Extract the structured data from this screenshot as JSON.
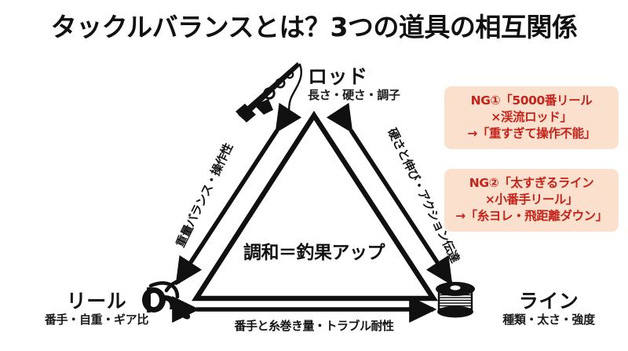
{
  "page": {
    "title": "タックルバランスとは？3つの道具の相互関係",
    "background_color": "#ffffff",
    "ink_color": "#121212"
  },
  "diagram": {
    "center_text": "調和＝釣果アップ",
    "vertices": [
      {
        "id": "rod",
        "name": "ロッド",
        "attributes": "長さ・硬さ・調子",
        "icon": "fishing-rod-icon"
      },
      {
        "id": "reel",
        "name": "リール",
        "attributes": "番手・自重・ギア比",
        "icon": "spinning-reel-icon"
      },
      {
        "id": "line",
        "name": "ライン",
        "attributes": "種類・太さ・強度",
        "icon": "line-spool-icon"
      }
    ],
    "edges": [
      {
        "id": "reel-rod",
        "label": "重量バランス・操作性",
        "arrow": "double-headed"
      },
      {
        "id": "rod-line",
        "label": "硬さと伸び・アクション伝達",
        "arrow": "double-headed"
      },
      {
        "id": "reel-line",
        "label": "番手と糸巻き量・トラブル耐性",
        "arrow": "double-headed"
      }
    ]
  },
  "callouts": {
    "accent_text_color": "#c3241b",
    "background_color": "#fbe0cd",
    "items": [
      {
        "id": "ng-1",
        "line1": "NG①「5000番リール",
        "line2": "×渓流ロッド」",
        "line3": "→「重すぎて操作不能」"
      },
      {
        "id": "ng-2",
        "line1": "NG②「太すぎるライン",
        "line2": "×小番手リール」",
        "line3": "→「糸ヨレ・飛距離ダウン」"
      }
    ]
  }
}
